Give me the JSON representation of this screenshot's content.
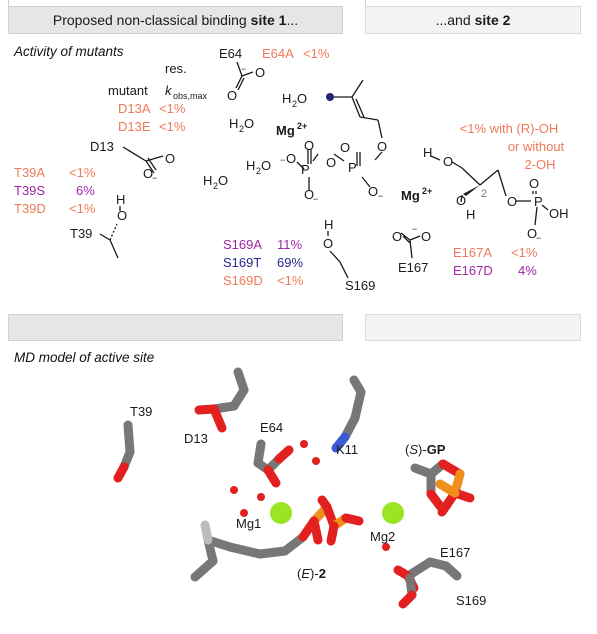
{
  "colors": {
    "salmon": "#ee7a5a",
    "purple": "#a026a6",
    "navy": "#27268a",
    "text": "#1a1a1a",
    "mg_green": "#9be421",
    "bond_grey": "#777777",
    "oxygen_red": "#e32020",
    "phosphorus_orange": "#f0901c",
    "nitrogen_blue": "#3b5bd4"
  },
  "headers": {
    "site1": {
      "prefix": "Proposed non-classical binding",
      "bold": "site 1",
      "suffix": "..."
    },
    "site2": {
      "prefix": "...and",
      "bold": "site 2"
    }
  },
  "top_panel": {
    "section_title": "Activity of mutants",
    "residue_header": "res.",
    "mutant_header": "mutant",
    "kobs_main": "k",
    "kobs_sub": "obs,max",
    "mutants": {
      "d13a": {
        "name": "D13A",
        "value": "<1%",
        "color": "#ee7a5a"
      },
      "d13e": {
        "name": "D13E",
        "value": "<1%",
        "color": "#ee7a5a"
      },
      "t39a": {
        "name": "T39A",
        "value": "<1%",
        "color": "#ee7a5a"
      },
      "t39s": {
        "name": "T39S",
        "value": "6%",
        "color": "#a026a6"
      },
      "t39d": {
        "name": "T39D",
        "value": "<1%",
        "color": "#ee7a5a"
      },
      "e64a": {
        "name": "E64A",
        "value": "<1%",
        "color": "#ee7a5a"
      },
      "s169a": {
        "name": "S169A",
        "value": "11%",
        "color": "#a026a6"
      },
      "s169t": {
        "name": "S169T",
        "value": "69%",
        "color": "#27268a"
      },
      "s169d": {
        "name": "S169D",
        "value": "<1%",
        "color": "#ee7a5a"
      },
      "e167a": {
        "name": "E167A",
        "value": "<1%",
        "color": "#ee7a5a"
      },
      "e167d": {
        "name": "E167D",
        "value": "4%",
        "color": "#a026a6"
      }
    },
    "residues": {
      "e64": "E64",
      "d13": "D13",
      "t39": "T39",
      "s169": "S169",
      "e167": "E167"
    },
    "water": {
      "h": "H",
      "sub": "2",
      "o": "O"
    },
    "mg": {
      "base": "Mg",
      "charge": "2+"
    },
    "note_lines": [
      "<1% with (R)-OH",
      "or without",
      "2-OH"
    ],
    "stereo_label": "2",
    "atoms": {
      "O": "O",
      "P": "P",
      "H": "H",
      "OH": "OH",
      "minus": "−"
    }
  },
  "bottom_panel": {
    "section_title": "MD model of active site",
    "labels": {
      "t39": "T39",
      "d13": "D13",
      "e64": "E64",
      "k11": "K11",
      "mg1": "Mg1",
      "mg2": "Mg2",
      "e167": "E167",
      "s169": "S169"
    },
    "sgp": {
      "pre": "(",
      "s": "S",
      "post": ")-",
      "bold": "GP"
    },
    "e2": {
      "pre": "(",
      "e": "E",
      "post": ")-",
      "bold": "2"
    }
  }
}
